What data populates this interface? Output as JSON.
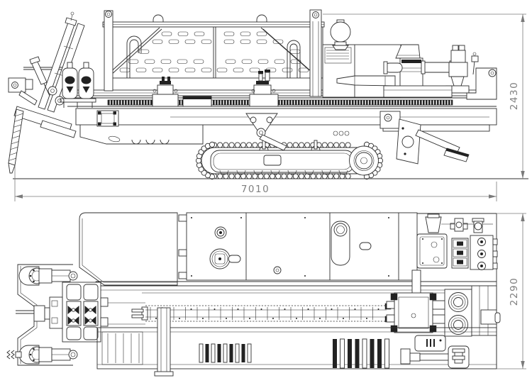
{
  "page": {
    "background": "#ffffff"
  },
  "drawing": {
    "type": "engineering-two-view-drawing",
    "subject": "tracked-horizontal-directional-drilling-rig",
    "views": [
      {
        "id": "side",
        "label": "side-elevation-view"
      },
      {
        "id": "plan",
        "label": "top-plan-view"
      }
    ],
    "dimensions": {
      "overall_length": {
        "value": "7010",
        "orientation": "horizontal",
        "view": "side"
      },
      "overall_height": {
        "value": "2430",
        "orientation": "vertical",
        "view": "side"
      },
      "overall_width": {
        "value": "2290",
        "orientation": "vertical",
        "view": "plan"
      }
    },
    "colors": {
      "line": "#2f2f2f",
      "dimension": "#7a7a7a",
      "dark_fill": "#222222",
      "background": "#ffffff"
    }
  }
}
